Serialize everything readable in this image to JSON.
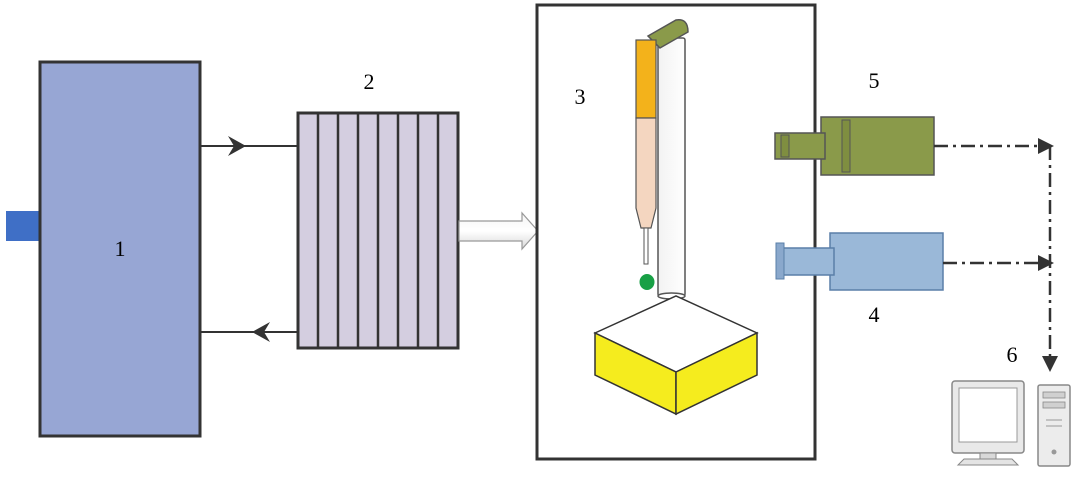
{
  "labels": {
    "chiller": "1",
    "heat_exchanger": "2",
    "test_chamber": "3",
    "camera_blue": "4",
    "camera_green": "5",
    "computer": "6"
  },
  "colors": {
    "chiller_fill": "#97a6d4",
    "chiller_inlet": "#3f6fc6",
    "exchanger_fill": "#d4cee0",
    "syringe_top": "#f3b21b",
    "syringe_body": "#f4d6c0",
    "droplet": "#18a045",
    "block_top": "#ffffff",
    "block_side": "#f5ec1e",
    "camera_green": "#8a9a4a",
    "camera_blue": "#9ab8d8",
    "line": "#333333"
  }
}
